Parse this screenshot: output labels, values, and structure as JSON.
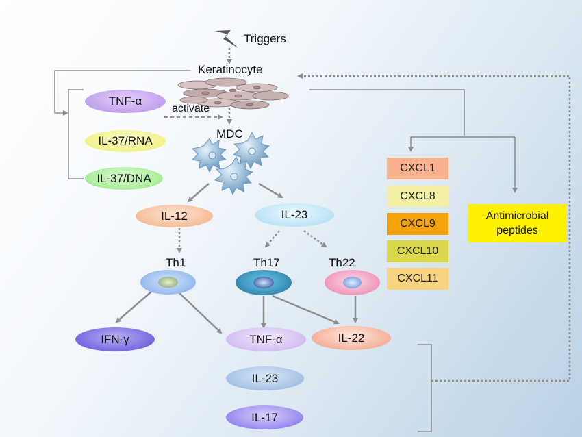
{
  "labels": {
    "triggers": "Triggers",
    "keratinocyte": "Keratinocyte",
    "activate": "activate",
    "mdc": "MDC",
    "th1": "Th1",
    "th17": "Th17",
    "th22": "Th22"
  },
  "left_cytokines": [
    "TNF-α",
    "IL-37/RNA",
    "IL-37/DNA"
  ],
  "intermediates": {
    "il12": "IL-12",
    "il23": "IL-23"
  },
  "outputs": {
    "ifn_gamma": "IFN-γ",
    "tnf_alpha": "TNF-α",
    "il22": "IL-22",
    "il23": "IL-23",
    "il17": "IL-17"
  },
  "chemokines": [
    "CXCL1",
    "CXCL8",
    "CXCL9",
    "CXCL10",
    "CXCL11"
  ],
  "antimicrobial": "Antimicrobial\npeptides",
  "colors": {
    "tnf_left": "#c9a8f0",
    "il37_rna": "#f5f59a",
    "il37_dna": "#b6f2a6",
    "il12": "#f6c6a5",
    "il23": "#bfe6f7",
    "ifn": "#7e6fe0",
    "tnf_out": "#d9c3f3",
    "il22": "#f5b59f",
    "il23_out": "#a9c4e6",
    "il17": "#9a8cf0",
    "cxcl1": "#f8b08d",
    "cxcl8": "#f3f0a3",
    "cxcl9": "#f4a20c",
    "cxcl10": "#d8d84a",
    "cxcl11": "#fad37e",
    "antimicrobial": "#fff200",
    "arrow": "#8d8d8d"
  }
}
